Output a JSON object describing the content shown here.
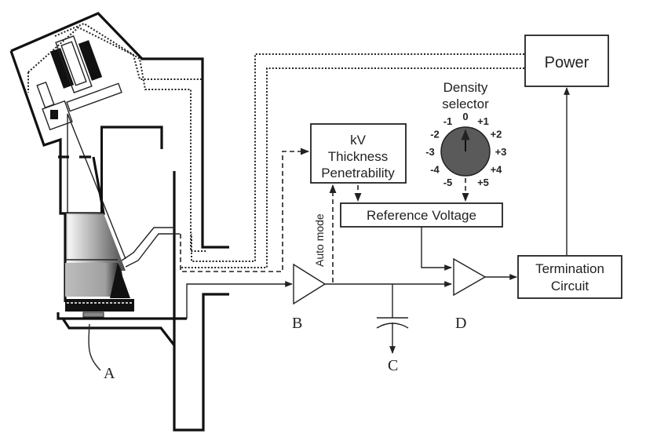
{
  "diagram": {
    "blocks": {
      "power": "Power",
      "kv_box": [
        "kV",
        "Thickness",
        "Penetrability"
      ],
      "reference_voltage": "Reference Voltage",
      "termination": [
        "Termination",
        "Circuit"
      ]
    },
    "density_selector": {
      "title": [
        "Density",
        "selector"
      ],
      "scale": [
        "-5",
        "-4",
        "-3",
        "-2",
        "-1",
        "0",
        "+1",
        "+2",
        "+3",
        "+4",
        "+5"
      ],
      "selected": "0"
    },
    "auto_mode_label": "Auto mode",
    "labels": {
      "a": "A",
      "b": "B",
      "c": "C",
      "d": "D"
    }
  }
}
